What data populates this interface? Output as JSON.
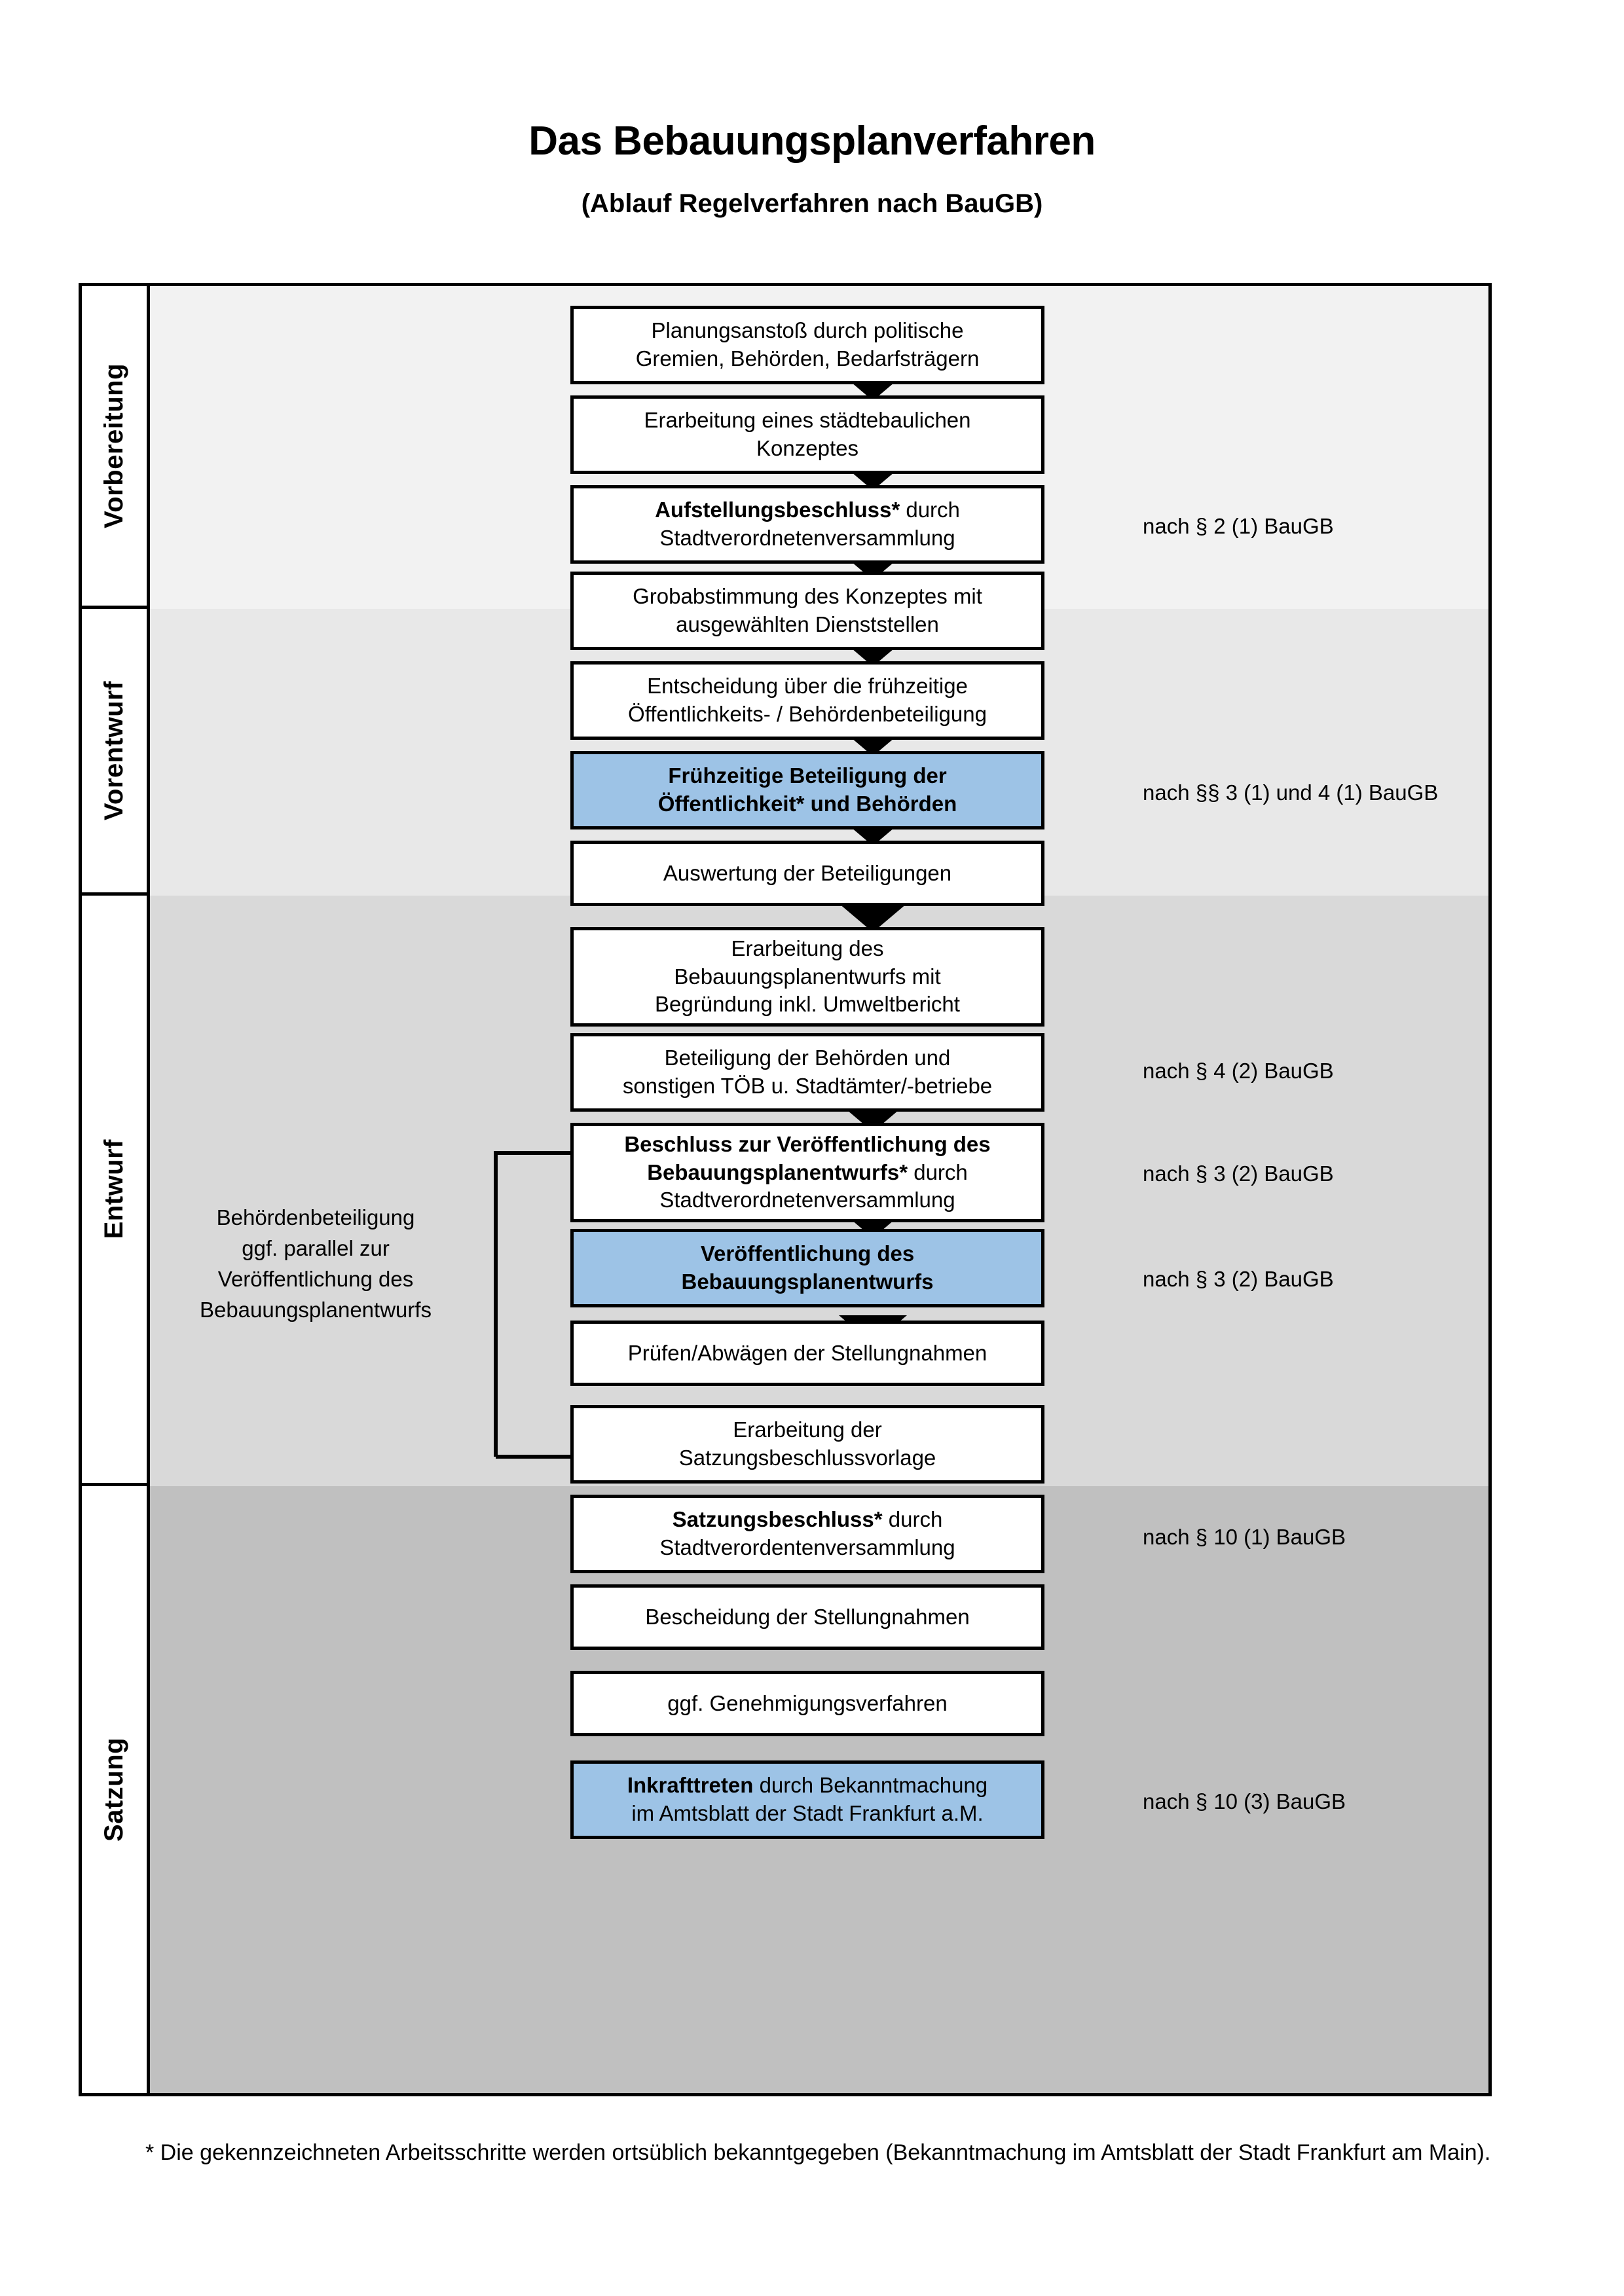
{
  "document": {
    "title": "Das Bebauungsplanverfahren",
    "subtitle": "(Ablauf Regelverfahren nach BauGB)",
    "footnote": "* Die gekennzeichneten Arbeitsschritte werden ortsüblich bekanntgegeben (Bekanntmachung im Amtsblatt  der Stadt Frankfurt am Main)."
  },
  "colors": {
    "highlight_box": "#9dc3e6",
    "band_vorbereitung": "#f2f2f2",
    "band_vorentwurf": "#e8e8e8",
    "band_entwurf": "#d9d9d9",
    "band_satzung": "#c0c0c0",
    "border": "#000000"
  },
  "phases": [
    {
      "label": "Vorbereitung"
    },
    {
      "label": "Vorentwurf"
    },
    {
      "label": "Entwurf"
    },
    {
      "label": "Satzung"
    }
  ],
  "steps": [
    {
      "line1": "Planungsanstoß durch politische",
      "line2": "Gremien, Behörden, Bedarfsträgern",
      "line3": "",
      "bold1": "",
      "highlight": false
    },
    {
      "line1": "Erarbeitung eines städtebaulichen",
      "line2": "Konzeptes",
      "line3": "",
      "bold1": "",
      "highlight": false
    },
    {
      "bold1": "Aufstellungsbeschluss*",
      "line1": " durch",
      "line2": "Stadtverordnetenversammlung",
      "line3": "",
      "highlight": false
    },
    {
      "line1": "Grobabstimmung des Konzeptes mit",
      "line2": "ausgewählten Dienststellen",
      "line3": "",
      "bold1": "",
      "highlight": false
    },
    {
      "line1": "Entscheidung über die frühzeitige",
      "line2": "Öffentlichkeits- / Behördenbeteiligung",
      "line3": "",
      "bold1": "",
      "highlight": false
    },
    {
      "bold1": "Frühzeitige Beteiligung der",
      "line1": "",
      "line2": "Öffentlichkeit* und Behörden",
      "line3": "",
      "highlight": true,
      "allbold": true
    },
    {
      "line1": "Auswertung der Beteiligungen",
      "line2": "",
      "line3": "",
      "bold1": "",
      "highlight": false
    },
    {
      "line1": "Erarbeitung des",
      "line2": "Bebauungsplanentwurfs mit",
      "line3": "Begründung inkl. Umweltbericht",
      "bold1": "",
      "highlight": false
    },
    {
      "line1": "Beteiligung der Behörden und",
      "line2": "sonstigen TÖB u. Stadtämter/-betriebe",
      "line3": "",
      "bold1": "",
      "highlight": false
    },
    {
      "bold1": "Beschluss zur Veröffentlichung des",
      "bold2": "Bebauungsplanentwurfs*",
      "line1": " durch",
      "line2": "Stadtverordnetenversammlung",
      "line3": "",
      "highlight": false
    },
    {
      "bold1": "Veröffentlichung des",
      "line2": "Bebauungsplanentwurfs",
      "line1": "",
      "line3": "",
      "highlight": true,
      "allbold": true
    },
    {
      "line1": "Prüfen/Abwägen der Stellungnahmen",
      "line2": "",
      "line3": "",
      "bold1": "",
      "highlight": false
    },
    {
      "line1": "Erarbeitung der",
      "line2": "Satzungsbeschlussvorlage",
      "line3": "",
      "bold1": "",
      "highlight": false
    },
    {
      "bold1": "Satzungsbeschluss*",
      "line1": " durch",
      "line2": "Stadtverordentenversammlung",
      "line3": "",
      "highlight": false
    },
    {
      "line1": "Bescheidung der Stellungnahmen",
      "line2": "",
      "line3": "",
      "bold1": "",
      "highlight": false
    },
    {
      "line1": "ggf. Genehmigungsverfahren",
      "line2": "",
      "line3": "",
      "bold1": "",
      "highlight": false
    },
    {
      "bold1": "Inkrafttreten",
      "line1": " durch Bekanntmachung",
      "line2": "im Amtsblatt der Stadt Frankfurt a.M.",
      "line3": "",
      "highlight": true
    }
  ],
  "legal_notes": [
    {
      "text": "nach § 2 (1) BauGB"
    },
    {
      "text": "nach §§ 3 (1) und 4 (1) BauGB"
    },
    {
      "text": "nach § 4 (2) BauGB"
    },
    {
      "text": "nach § 3 (2) BauGB"
    },
    {
      "text": "nach § 3 (2) BauGB"
    },
    {
      "text": "nach § 10 (1) BauGB"
    },
    {
      "text": "nach § 10 (3) BauGB"
    }
  ],
  "side_annotation": {
    "line1": "Behördenbeteiligung",
    "line2": "ggf. parallel zur",
    "line3": "Veröffentlichung des",
    "line4": "Bebauungsplanentwurfs"
  }
}
